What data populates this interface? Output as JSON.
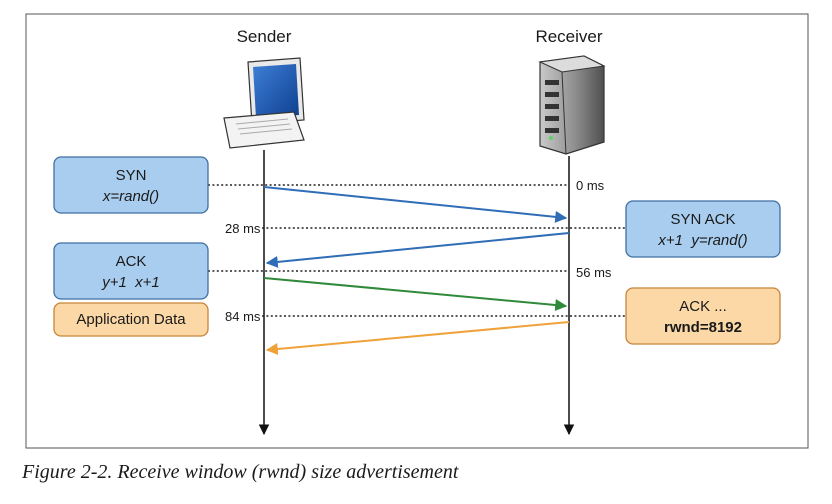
{
  "figure": {
    "caption": "Figure 2-2. Receive window (rwnd) size advertisement",
    "colors": {
      "frame": "#555555",
      "blue_box_fill": "#a9cdef",
      "blue_box_stroke": "#3f6fa3",
      "orange_box_fill": "#fbd8a6",
      "orange_box_stroke": "#c8843a",
      "arrow_blue": "#2f6db7",
      "arrow_green": "#2f8a3a",
      "arrow_orange": "#f0a23a"
    }
  },
  "participants": {
    "sender": {
      "label": "Sender",
      "icon": "laptop-icon"
    },
    "receiver": {
      "label": "Receiver",
      "icon": "server-icon"
    }
  },
  "timestamps": {
    "t0": "0 ms",
    "t28": "28 ms",
    "t56": "56 ms",
    "t84": "84 ms"
  },
  "packets": {
    "syn": {
      "line1": "SYN",
      "line2": "x=rand()"
    },
    "synack": {
      "line1": "SYN ACK",
      "line2": "x+1  y=rand()"
    },
    "ack": {
      "line1": "ACK",
      "line2": "y+1  x+1"
    },
    "appdata": {
      "line1": "Application Data"
    },
    "ack_rwnd": {
      "line1": "ACK ...",
      "line2": "rwnd=8192"
    }
  }
}
